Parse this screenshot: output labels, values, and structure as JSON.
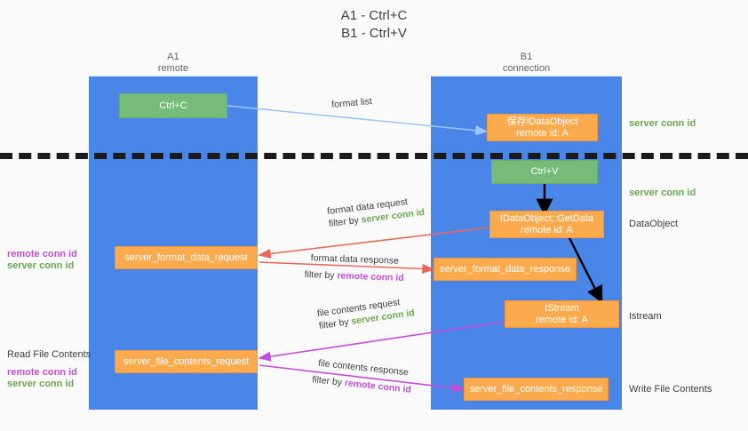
{
  "title": {
    "line1": "A1 - Ctrl+C",
    "line2": "B1 - Ctrl+V"
  },
  "lanes": [
    {
      "name": "A1",
      "sub": "remote"
    },
    {
      "name": "B1",
      "sub": "connection"
    }
  ],
  "boxes": {
    "ctrl_c": "Ctrl+C",
    "ctrl_v": "Ctrl+V",
    "save_idataobject_l1": "保存IDataObject",
    "save_idataobject_l2": "remote id: A",
    "getdata_l1": "IDataObject::GetData",
    "getdata_l2": "remote id: A",
    "istream_l1": "IStream",
    "istream_l2": "remote id: A",
    "server_format_data_request": "server_format_data_request",
    "server_format_data_response": "server_format_data_response",
    "server_file_contents_request": "server_file_contents_request",
    "server_file_contents_response": "server_file_contents_response"
  },
  "right_labels": {
    "server_conn_id_top": "server conn id",
    "server_conn_id_mid": "server conn id",
    "dataobject": "DataObject",
    "istream": "Istream",
    "write_file_contents": "Write File Contents"
  },
  "left_labels": {
    "remote_conn_id_1": "remote conn id",
    "server_conn_id_1": "server conn id",
    "read_file_contents": "Read File Contents",
    "remote_conn_id_2": "remote conn id",
    "server_conn_id_2": "server conn id"
  },
  "edge_labels": {
    "format_list": "format list",
    "format_data_request": "format data request",
    "format_data_request_filter_pre": "filter by ",
    "format_data_request_filter_key": "server conn id",
    "format_data_response": "format data response",
    "format_data_response_filter_pre": "filter by ",
    "format_data_response_filter_key": "remote conn id",
    "file_contents_request": "file contents request",
    "file_contents_request_filter_pre": "filter by ",
    "file_contents_request_filter_key": "server conn id",
    "file_contents_response": "file contents response",
    "file_contents_response_filter_pre": "filter by ",
    "file_contents_response_filter_key": "remote conn id"
  },
  "colors": {
    "lane": "#4a86e8",
    "orange": "#fbab4e",
    "green_box": "#76bb78",
    "green_text": "#6aa84f",
    "magenta": "#c34fd4",
    "red_arrow": "#e8695c",
    "blue_arrow": "#9fc5f8",
    "black_arrow": "#000000",
    "divider": "#1a1a1a"
  }
}
